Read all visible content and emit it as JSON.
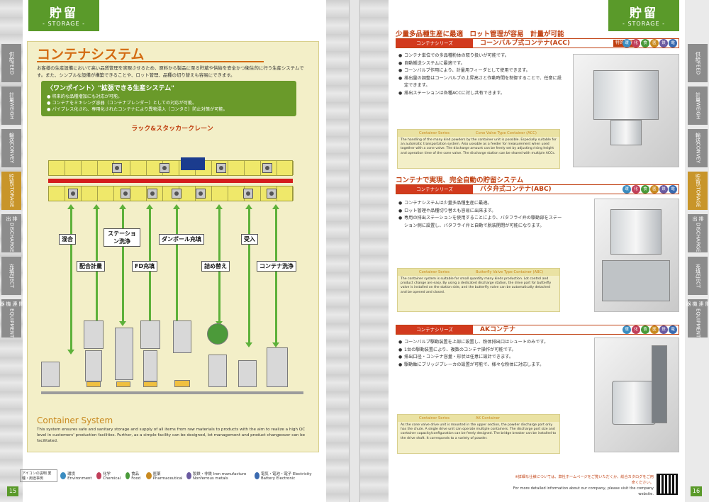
{
  "left": {
    "tag": {
      "jp": "貯留",
      "en": "- STORAGE -"
    },
    "title": "コンテナシステム",
    "intro": "お客様の生産設備において高い品質管理を実現させるため、原料から製品に至る貯蔵や供給を安全かつ衛生的に行う生産システムです。また、シンプルな設備が構築できることや、ロット管理、品種の切り替えも容易にできます。",
    "onepoint": {
      "heading": "〈ワンポイント〉\"拡張できる生産システム\"",
      "bullets": [
        "将来的な品種増加にも対応が可能。",
        "コンテナをミキシング容器（コンテナブレンダー）としての対応が可能。",
        "パイプレス化され、専用化されたコンテナにより異物混入（コンタミ）防止対策が可能。"
      ]
    },
    "diagram": {
      "crane_label": "ラック&スタッカークレーン",
      "stations": [
        "混合",
        "配合計量",
        "ステーション洗浄",
        "FD充填",
        "ダンボール充填",
        "詰め替え",
        "受入",
        "コンテナ洗浄"
      ]
    },
    "cs_title": "Container System",
    "cs_body": "This system ensures safe and sanitary storage and supply of all items from raw materials to products with the aim to realize a high QC level in customers' production facilities. Further, as a simple facility can be designed, lot management and product changeover can be facilitated.",
    "legend": {
      "box": "アイコンの説明 業種・用途事例",
      "items": [
        {
          "label": "環境 Environment",
          "color": "#3a8cc0"
        },
        {
          "label": "化学 Chemical",
          "color": "#c03f5a"
        },
        {
          "label": "食品 Food",
          "color": "#4a9a3a"
        },
        {
          "label": "医薬 Pharmaceutical",
          "color": "#c98a20"
        },
        {
          "label": "製鉄・非鉄 Iron manufacture Nonferrous metals",
          "color": "#6a5aa0"
        },
        {
          "label": "電気・電池・電子 Electricity Battery Electronic",
          "color": "#3a6ab0"
        }
      ]
    },
    "page_number": "15",
    "side_tabs": [
      {
        "jp": "供給",
        "en": "FEED"
      },
      {
        "jp": "計量",
        "en": "WEIGH"
      },
      {
        "jp": "輸送",
        "en": "CONVEY"
      },
      {
        "jp": "貯留",
        "en": "STORAGE"
      },
      {
        "jp": "排出",
        "en": "DISCHARGE"
      },
      {
        "jp": "充填",
        "en": "EJECT"
      },
      {
        "jp": "関連機器",
        "en": "EQUIPMENT"
      }
    ]
  },
  "right": {
    "tag": {
      "jp": "貯留",
      "en": "- STORAGE -"
    },
    "section1_head": "少量多品種生産に最適　ロット管理が容易　計量が可能",
    "acc": {
      "series_label": "コンテナシリーズ",
      "name": "コーンバルブ式コンテナ(ACC)",
      "badge": "特許取得済",
      "bullets": [
        "コンテナ単位での多品種粉体の取り扱いが可能です。",
        "自動搬送システムに最適です。",
        "コーンバルブ作用により、計量用フィーダとして使用できます。",
        "排出量の調整はコーンバルブの上昇高さと作動時間を制御することで、任意に設定できます。",
        "排出ステーションは各種ACCに対し共有できます。"
      ],
      "en_series": "Container Series",
      "en_name": "Cone Valve Type Container (ACC)",
      "en_body": "The handling of the many kind powders by the container unit is possible. Especially suitable for an automatic transportation system. Also useable as a feeder for measurement when used together with a cone valve. The discharge amount can be freely set by adjusting rising height and operation time of the cone valve. The discharge station can be shared with multiple ACCs."
    },
    "section2_head": "コンテナで実現、完全自動の貯留システム",
    "abc": {
      "series_label": "コンテナシリーズ",
      "name": "バタ弁式コンテナ(ABC)",
      "bullets": [
        "コンテナシステムは少量多品種生産に最適。",
        "ロット管理や品種切り替えも容易に出来ます。",
        "専用の排出ステーションを使用することにより、バタフライ弁の駆動部をステーション側に設置し、バタフライ弁と自動で脱装開閉が可能になります。"
      ],
      "en_series": "Container Series",
      "en_name": "Butterfly Valve Type Container (ABC)",
      "en_body": "The container system is suitable for small quantity many kinds production. Lot control and product change are easy. By using a dedicated discharge station, the drive part for butterfly valve is installed on the station side, and the butterfly valve can be automatically detached and be opened and closed."
    },
    "ak": {
      "series_label": "コンテナシリーズ",
      "name": "AKコンテナ",
      "bullets": [
        "コーンバルブ駆動装置を上部に設置し、粉体排出口はシュートのみです。",
        "1台の駆動装置により、複数のコンテナ操作が可能です。",
        "排出口径・コンテナ容量・形状は任意に設計できます。",
        "駆動軸にブリッジブレーカの設置が可能で、様々な粉体に対応します。"
      ],
      "en_series": "Container Series",
      "en_name": "AK Container",
      "en_body": "As the cone valve drive unit is mounted in the upper section, the powder discharge port only has the chute. A single drive unit can operate multiple containers. The discharge port size and container capacity/configuration can be freely designed. The bridge breaker can be installed to the drive shaft. It corresponds to a variety of powder."
    },
    "footer_note_jp": "※詳細な仕様については、弊社ホームページをご覧いただくか、総合カタログをご用命ください。",
    "footer_note_en": "For more detailed information about our company, please visit the company website.",
    "page_number": "16",
    "icon_labels": [
      "環",
      "化",
      "食",
      "医",
      "鉄",
      "電"
    ],
    "icon_colors": [
      "#3a8cc0",
      "#c03f5a",
      "#4a9a3a",
      "#c98a20",
      "#6a5aa0",
      "#3a6ab0"
    ]
  }
}
